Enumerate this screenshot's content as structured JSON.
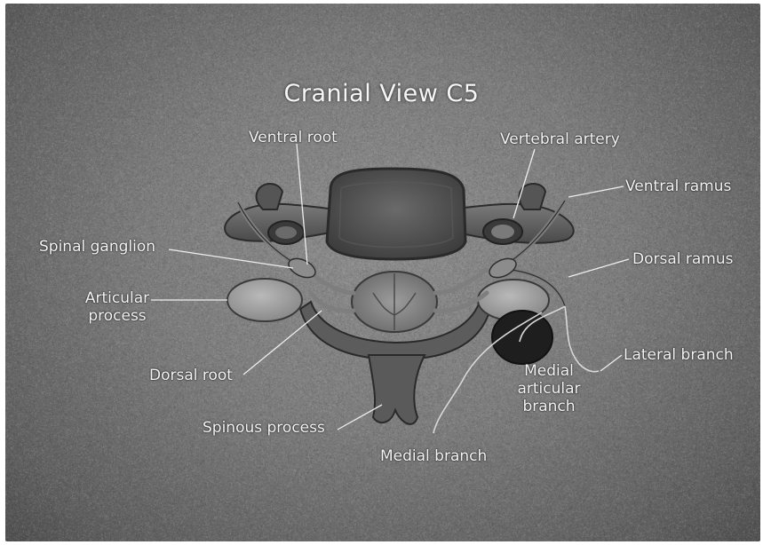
{
  "title": "Cranial View C5",
  "labels": {
    "ventral_root": "Ventral root",
    "vertebral_artery": "Vertebral artery",
    "ventral_ramus": "Ventral ramus",
    "spinal_ganglion": "Spinal ganglion",
    "dorsal_ramus": "Dorsal ramus",
    "articular_process_1": "Articular",
    "articular_process_2": "process",
    "lateral_branch": "Lateral branch",
    "medial_articular_branch_1": "Medial",
    "medial_articular_branch_2": "articular",
    "medial_articular_branch_3": "branch",
    "dorsal_root": "Dorsal root",
    "spinous_process": "Spinous process",
    "medial_branch": "Medial branch"
  },
  "colors": {
    "background": "#7c7c7c",
    "bone": "#6e6e6e",
    "bone_dark": "#3f3f3f",
    "label_text": "#f4f4f4"
  }
}
